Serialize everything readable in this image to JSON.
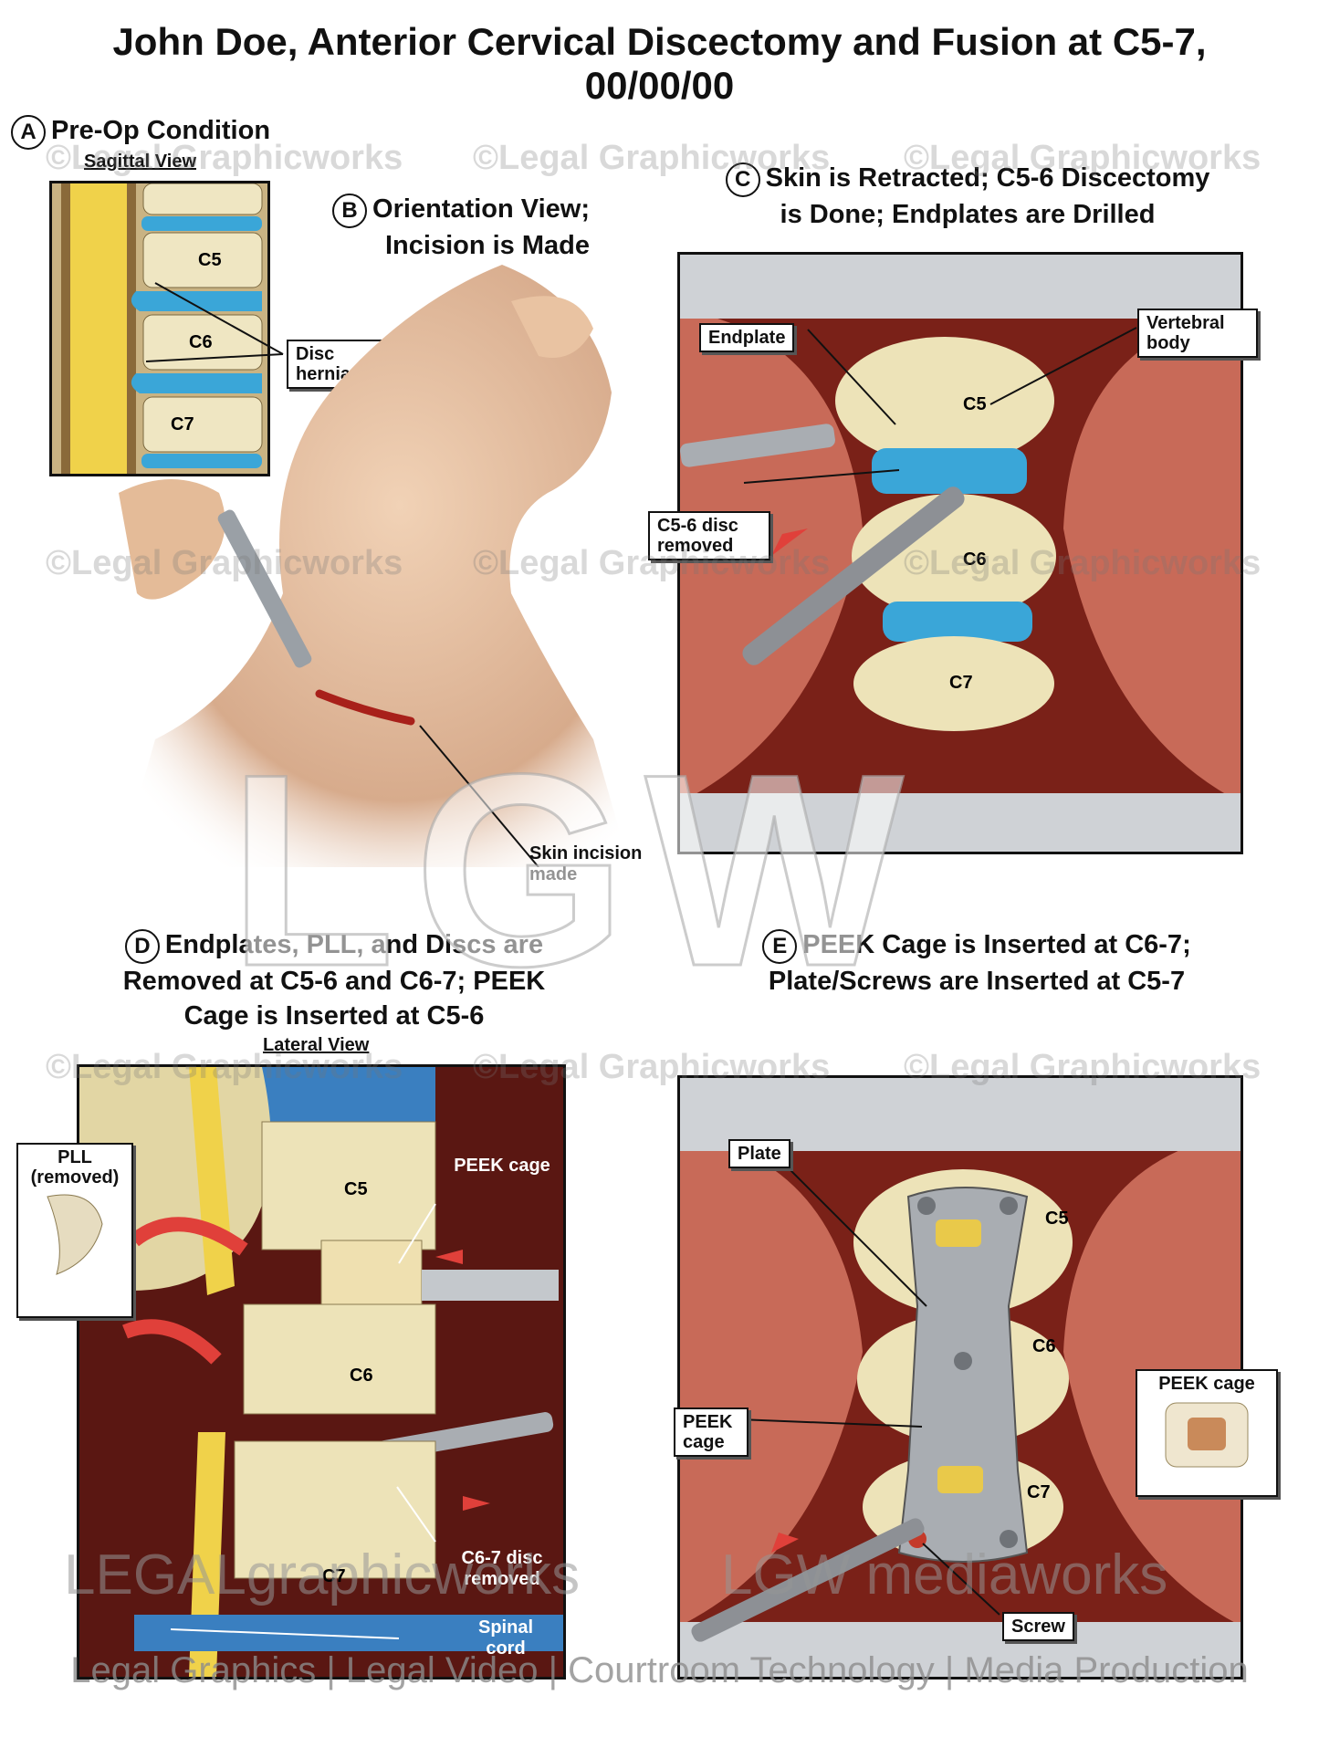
{
  "title": {
    "line1": "John Doe, Anterior Cervical Discectomy and Fusion at C5-7,",
    "line2": "00/00/00"
  },
  "panels": {
    "a": {
      "letter": "A",
      "heading": "Pre-Op Condition",
      "subheading": "Sagittal View",
      "levels": [
        "C5",
        "C6",
        "C7"
      ],
      "callout": "Disc herniations"
    },
    "b": {
      "letter": "B",
      "heading_line1": "Orientation View;",
      "heading_line2": "Incision is Made",
      "callout": "Skin incision made"
    },
    "c": {
      "letter": "C",
      "heading_line1": "Skin is Retracted; C5-6 Discectomy",
      "heading_line2": "is Done; Endplates are Drilled",
      "callouts": {
        "endplate": "Endplate",
        "vertebral_body": "Vertebral body",
        "disc_removed": "C5-6 disc removed"
      },
      "levels": [
        "C5",
        "C6",
        "C7"
      ]
    },
    "d": {
      "letter": "D",
      "heading_line1": "Endplates, PLL, and Discs are",
      "heading_line2": "Removed at C5-6 and C6-7; PEEK",
      "heading_line3": "Cage is Inserted at C5-6",
      "subheading": "Lateral View",
      "callouts": {
        "pll": "PLL (removed)",
        "peek_cage": "PEEK cage",
        "disc_removed": "C6-7 disc removed",
        "spinal_cord": "Spinal cord"
      },
      "levels": [
        "C5",
        "C6",
        "C7"
      ]
    },
    "e": {
      "letter": "E",
      "heading_line1": "PEEK Cage is Inserted at C6-7;",
      "heading_line2": "Plate/Screws are Inserted at C5-7",
      "callouts": {
        "plate": "Plate",
        "peek_cage": "PEEK cage",
        "screw": "Screw",
        "inset": "PEEK cage"
      },
      "levels": [
        "C5",
        "C6",
        "C7"
      ]
    }
  },
  "watermark": {
    "text": "©Legal Graphicworks",
    "monogram": "LGW",
    "brand_left": "LEGALgraphicworks",
    "brand_right": "LGW mediaworks"
  },
  "footer": "Legal Graphics | Legal Video | Courtroom Technology | Media Production",
  "colors": {
    "bone": "#e8dfb0",
    "disc": "#3aa6d8",
    "tissue": "#b23a2c",
    "metal": "#b8bcc2",
    "cord": "#f0d24a"
  }
}
